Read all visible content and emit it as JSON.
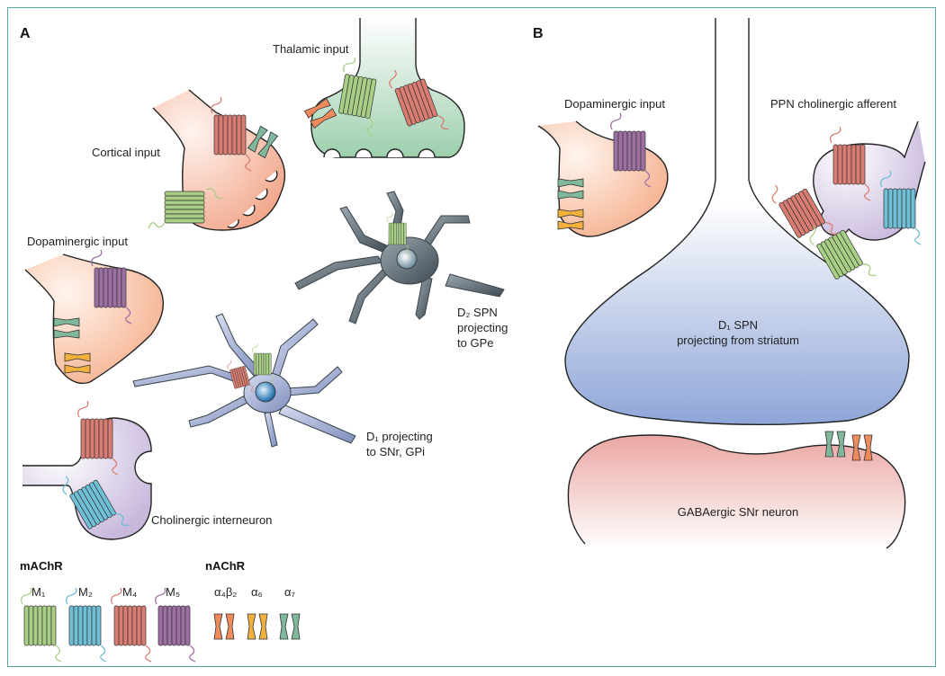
{
  "panels": {
    "a": "A",
    "b": "B"
  },
  "labels_a": {
    "thalamic": "Thalamic input",
    "cortical": "Cortical input",
    "dopaminergic": "Dopaminergic input",
    "cholinergic_interneuron": "Cholinergic interneuron",
    "d2_line1": "D₂ SPN",
    "d2_line2": "projecting",
    "d2_line3": "to GPe",
    "d1_line1": "D₁ projecting",
    "d1_line2": "to SNr, GPi"
  },
  "labels_b": {
    "dopaminergic": "Dopaminergic input",
    "ppn": "PPN cholinergic afferent",
    "d1spn_line1": "D₁ SPN",
    "d1spn_line2": "projecting from striatum",
    "gaba": "GABAergic SNr neuron"
  },
  "legend": {
    "machr_title": "mAChR",
    "nachr_title": "nAChR",
    "m1": "M₁",
    "m2": "M₂",
    "m4": "M₄",
    "m5": "M₅",
    "a4b2": "α₄β₂",
    "a6": "α₆",
    "a7": "α₇"
  },
  "colors": {
    "M1": "#a9cf86",
    "M2": "#6fbfd6",
    "M4": "#d97c72",
    "M5": "#9e6fa3",
    "a4b2": "#ef8a5b",
    "a6": "#f2b13c",
    "a7": "#7fb89b",
    "frame": "#5aa9a0",
    "neuron": "#5d6870"
  }
}
